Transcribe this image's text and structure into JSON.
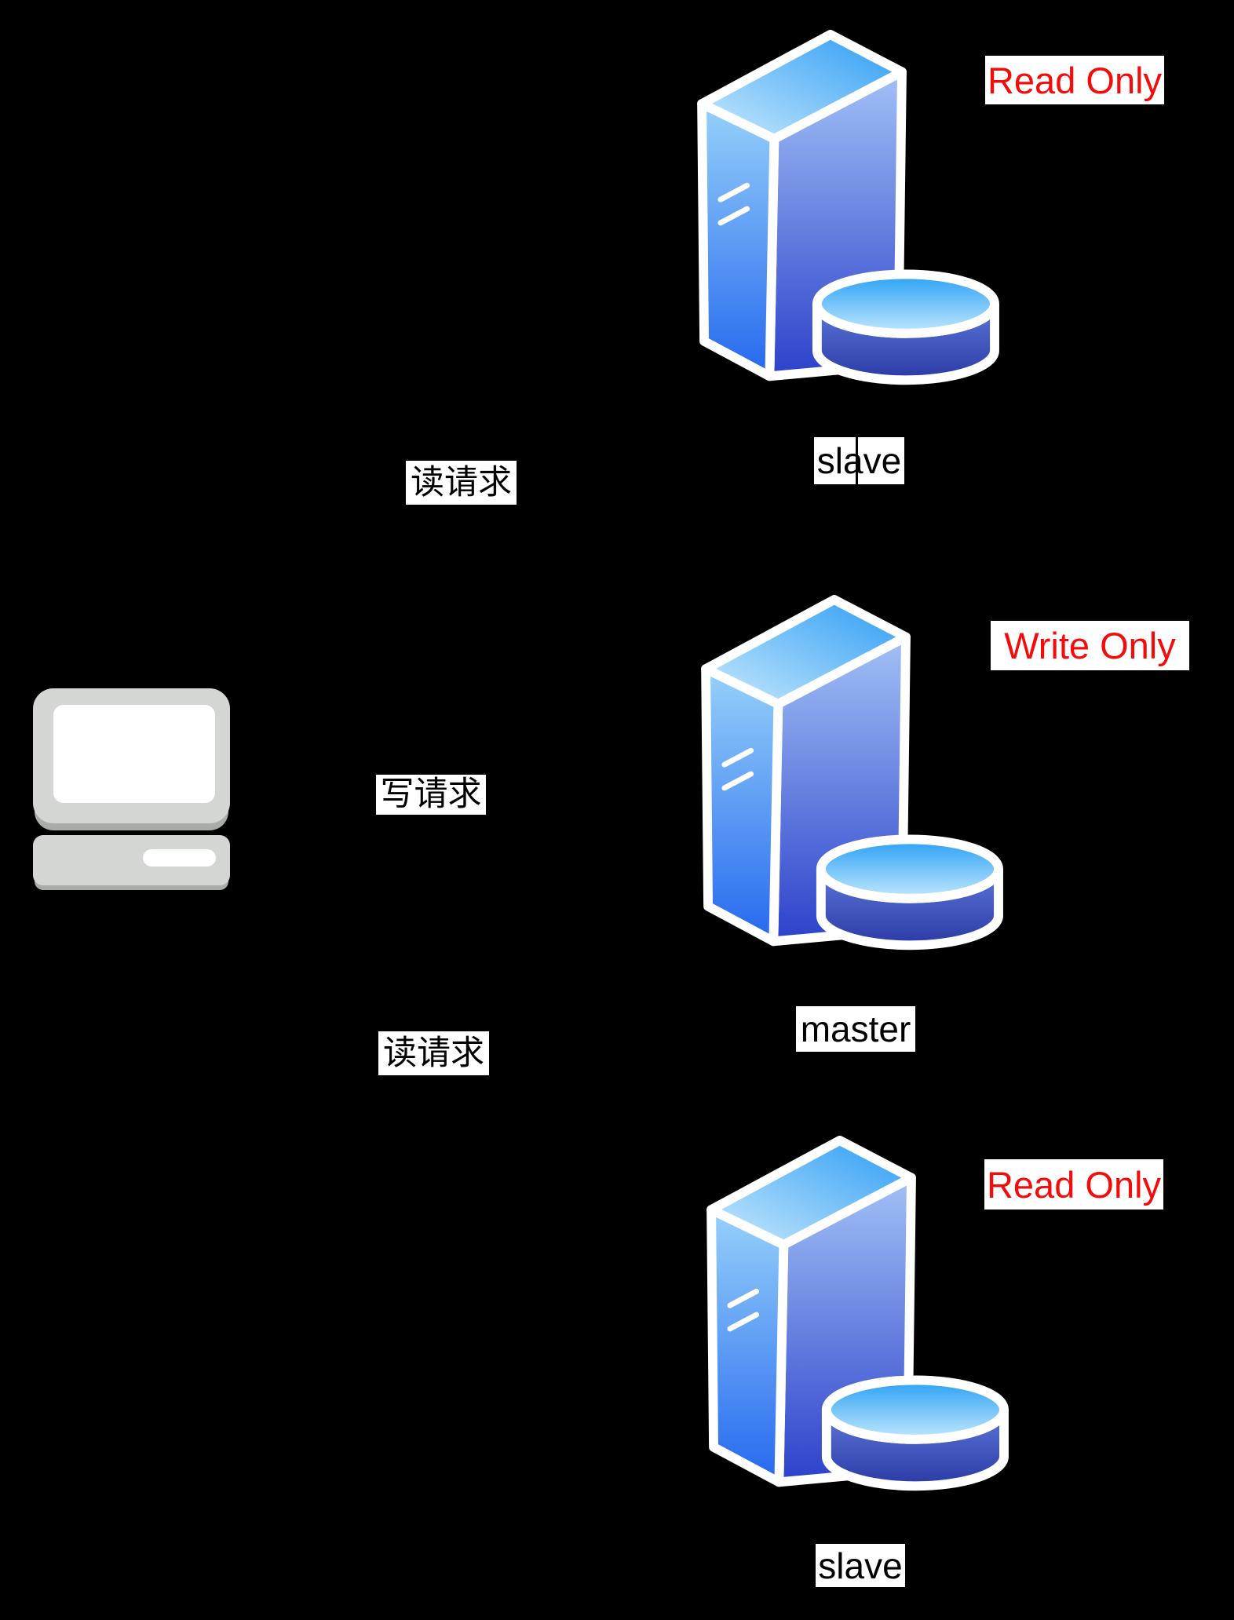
{
  "colors": {
    "background": "#000000",
    "label_background": "#ffffff",
    "name_text": "#000000",
    "role_text": "#f40b0b",
    "server_top_face_light": "#c9eafd",
    "server_top_face_dark": "#2b9bf4",
    "server_left_face_top": "#96d1fa",
    "server_left_face_bottom": "#2668ef",
    "server_right_face_top": "#a3c1f6",
    "server_right_face_bottom": "#2c41cb",
    "disk_top_dark": "#2aa0f5",
    "disk_top_light": "#c2e8fd",
    "disk_side_top": "#5d77da",
    "disk_side_bottom": "#2b3aa5",
    "server_outline": "#ffffff",
    "computer_body": "#d3d6d3",
    "computer_shadow": "#a9ada9",
    "computer_screen": "#ffffff"
  },
  "icons": {
    "client": "desktop-computer-icon",
    "server": "server-tower-with-database-disk-icon"
  },
  "requests": [
    {
      "label": "读请求"
    },
    {
      "label": "写请求"
    },
    {
      "label": "读请求"
    }
  ],
  "servers": [
    {
      "name": "slave",
      "role": "Read Only"
    },
    {
      "name": "master",
      "role": "Write Only"
    },
    {
      "name": "slave",
      "role": "Read Only"
    }
  ]
}
